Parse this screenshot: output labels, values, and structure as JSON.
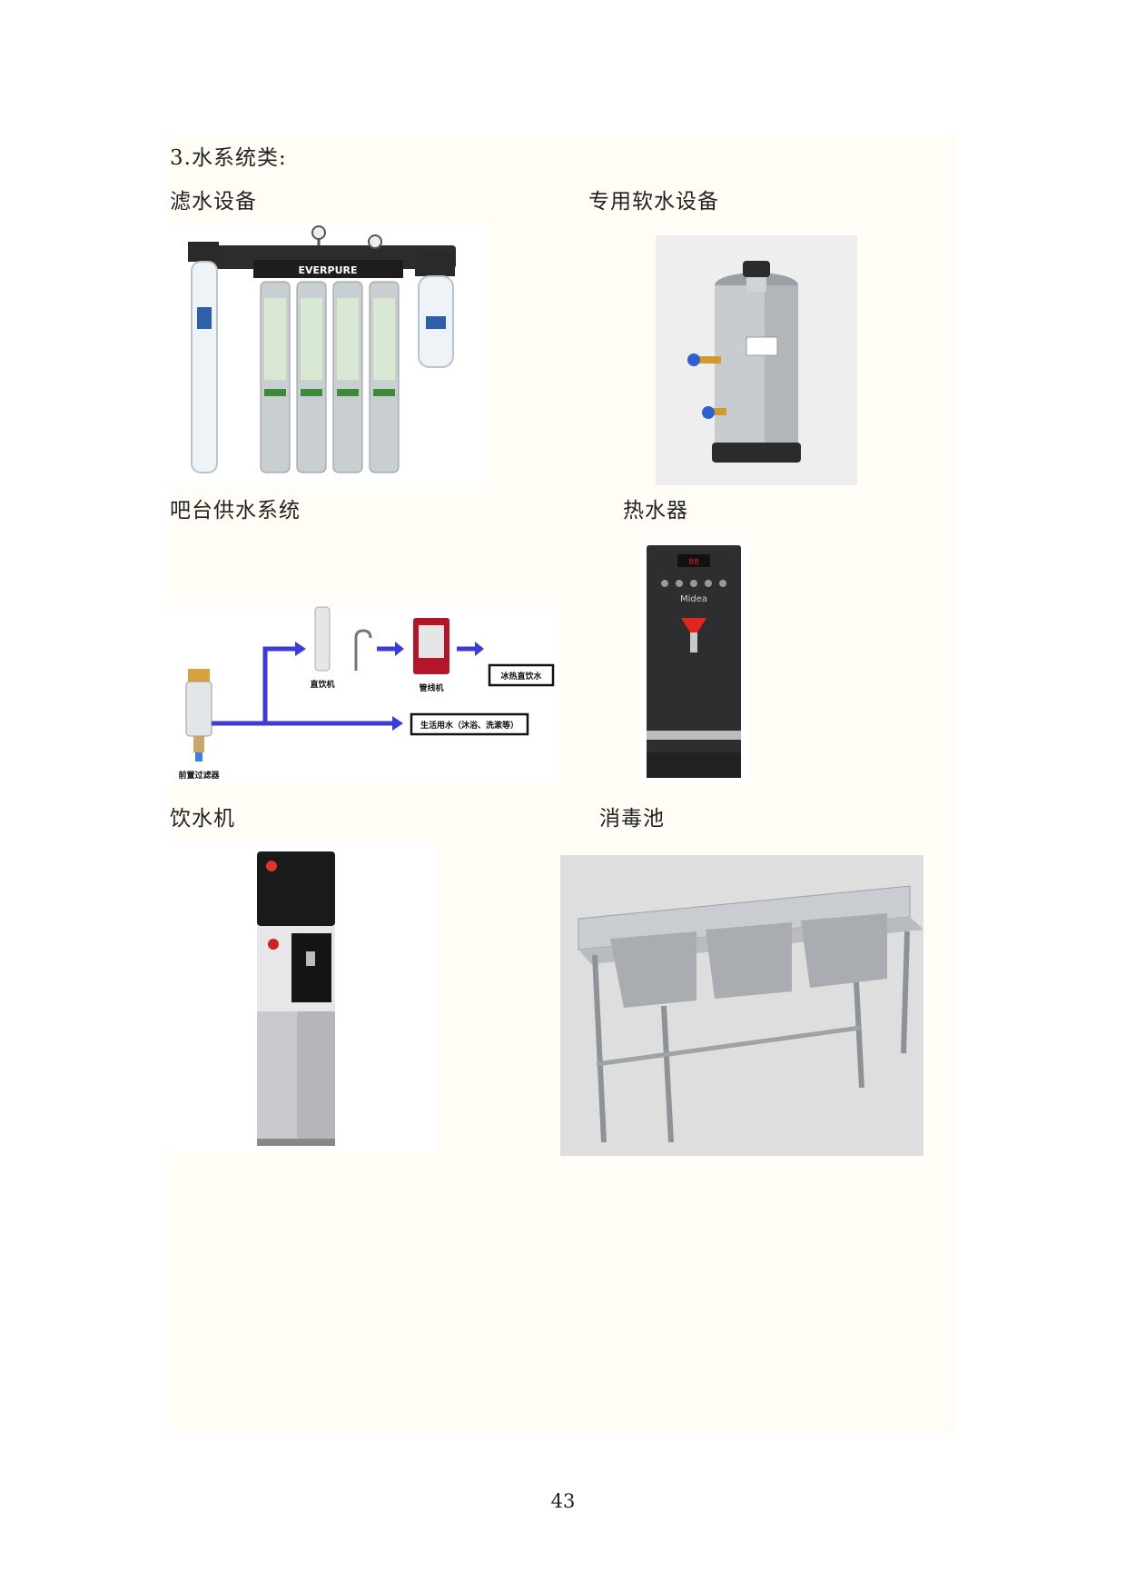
{
  "section": {
    "heading": "3.水系统类:"
  },
  "items": {
    "filter": {
      "caption": "滤水设备",
      "brand": "EVERPURE"
    },
    "softener": {
      "caption": "专用软水设备"
    },
    "bar_system": {
      "caption": "吧台供水系统",
      "labels": {
        "prefilter": "前置过滤器",
        "direct": "直饮机",
        "pipeline": "管线机",
        "hot_cold": "冰热直饮水",
        "domestic": "生活用水（沐浴、洗漱等）"
      }
    },
    "water_heater": {
      "caption": "热水器",
      "brand": "Midea"
    },
    "dispenser": {
      "caption": "饮水机"
    },
    "sink": {
      "caption": "消毒池"
    }
  },
  "footer": {
    "page_number": "43"
  },
  "colors": {
    "panel": "#fffdf6",
    "flow_arrow": "#3b3bd6",
    "steel": "#c9ccd0"
  }
}
